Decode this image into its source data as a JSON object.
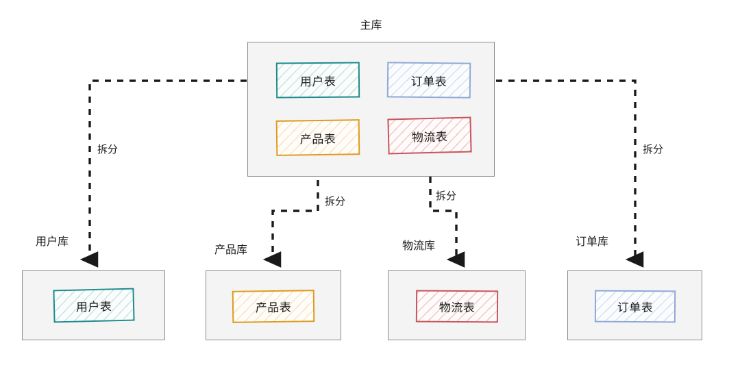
{
  "diagram": {
    "type": "database-sharding-diagram",
    "title": "主库",
    "edge_label": "拆分",
    "colors": {
      "teal": "#1d8b8b",
      "blue": "#8fa9d6",
      "amber": "#dd9b20",
      "red": "#c8555c",
      "container_border": "#8b8b8b",
      "container_fill": "#f4f4f4",
      "edge": "#222222"
    }
  },
  "main_db": {
    "caption": "主库",
    "tables": [
      {
        "label": "用户表",
        "color": "teal"
      },
      {
        "label": "订单表",
        "color": "blue"
      },
      {
        "label": "产品表",
        "color": "amber"
      },
      {
        "label": "物流表",
        "color": "red"
      }
    ]
  },
  "shard_dbs": [
    {
      "caption": "用户库",
      "table": "用户表",
      "color": "teal",
      "edge_label": "拆分"
    },
    {
      "caption": "产品库",
      "table": "产品表",
      "color": "amber",
      "edge_label": "拆分"
    },
    {
      "caption": "物流库",
      "table": "物流表",
      "color": "red",
      "edge_label": "拆分"
    },
    {
      "caption": "订单库",
      "table": "订单表",
      "color": "blue",
      "edge_label": "拆分"
    }
  ]
}
